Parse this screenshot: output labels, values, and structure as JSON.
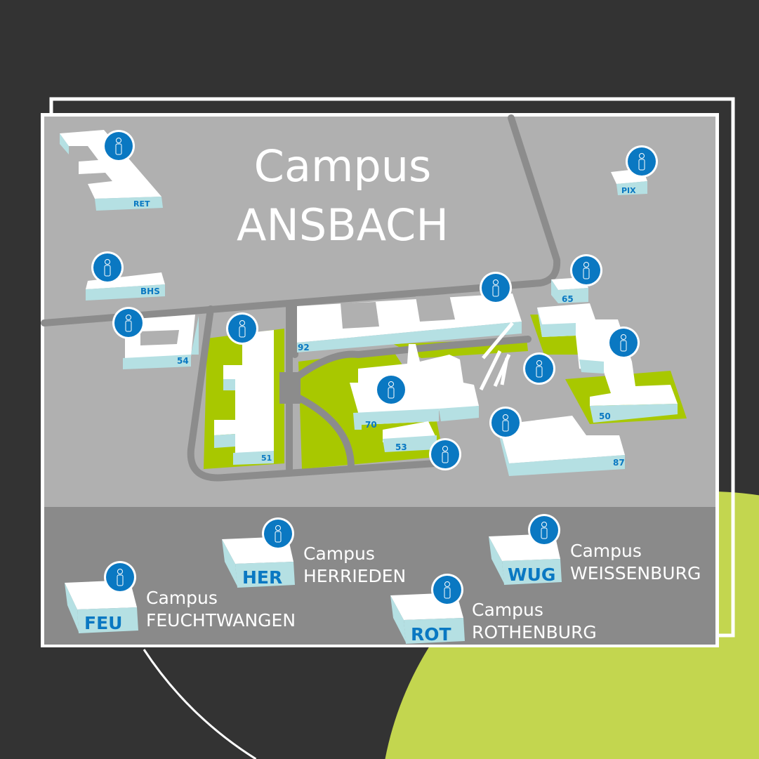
{
  "title": {
    "line1": "Campus",
    "line2": "ANSBACH"
  },
  "buildings": {
    "ret": "RET",
    "pix": "PIX",
    "bhs": "BHS",
    "b54": "54",
    "b92": "92",
    "b65": "65",
    "b51": "51",
    "b70": "70",
    "b53": "53",
    "b87": "87",
    "b50": "50"
  },
  "campuses": {
    "feu": {
      "code": "FEU",
      "word": "Campus",
      "name": "FEUCHTWANGEN"
    },
    "her": {
      "code": "HER",
      "word": "Campus",
      "name": "HERRIEDEN"
    },
    "rot": {
      "code": "ROT",
      "word": "Campus",
      "name": "ROTHENBURG"
    },
    "wug": {
      "code": "WUG",
      "word": "Campus",
      "name": "WEISSENBURG"
    }
  },
  "colors": {
    "background": "#333333",
    "map": "#b0b0b0",
    "strip": "#8a8a8a",
    "green": "#a8c800",
    "accent": "#c3d64f",
    "pin": "#0a78c2",
    "side": "#b5e0e3"
  },
  "icons": {
    "pin": "info-pin-icon"
  }
}
